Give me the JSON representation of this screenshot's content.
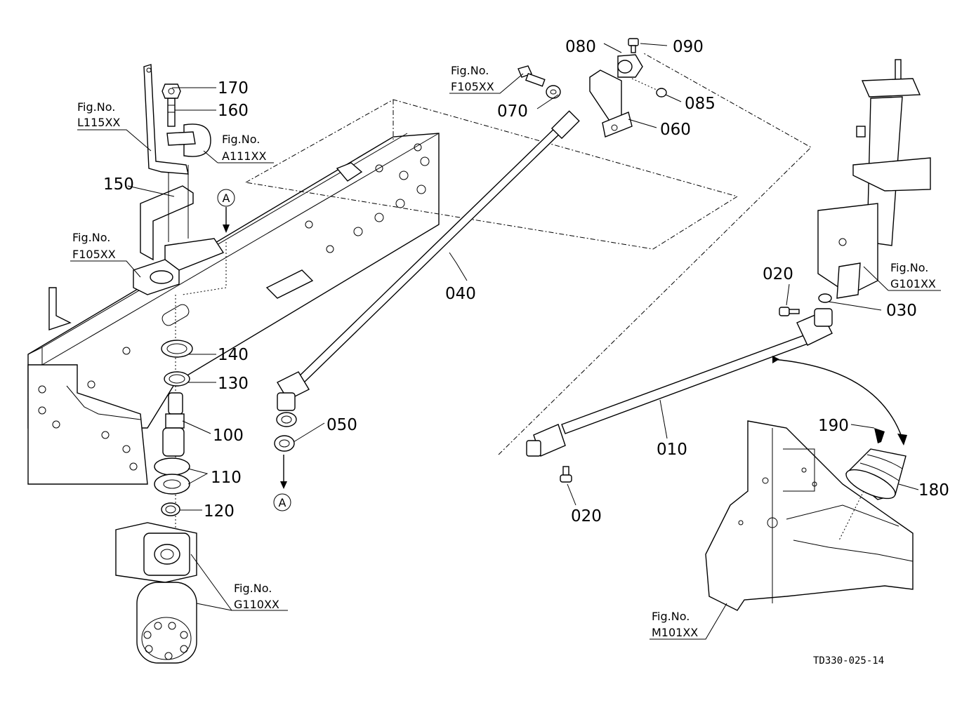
{
  "parts": {
    "p010": "010",
    "p020a": "020",
    "p020b": "020",
    "p030": "030",
    "p040": "040",
    "p050": "050",
    "p060": "060",
    "p070": "070",
    "p080": "080",
    "p085": "085",
    "p090": "090",
    "p100": "100",
    "p110": "110",
    "p120": "120",
    "p130": "130",
    "p140": "140",
    "p150": "150",
    "p160": "160",
    "p170": "170",
    "p180": "180",
    "p190": "190"
  },
  "figrefs": {
    "prefix": "Fig.No.",
    "l115": "L115XX",
    "a111": "A111XX",
    "f105a": "F105XX",
    "f105b": "F105XX",
    "g110": "G110XX",
    "g101": "G101XX",
    "m101": "M101XX"
  },
  "markers": {
    "a_top": "A",
    "a_bottom": "A"
  },
  "drawing_code": "TD330-025-14"
}
